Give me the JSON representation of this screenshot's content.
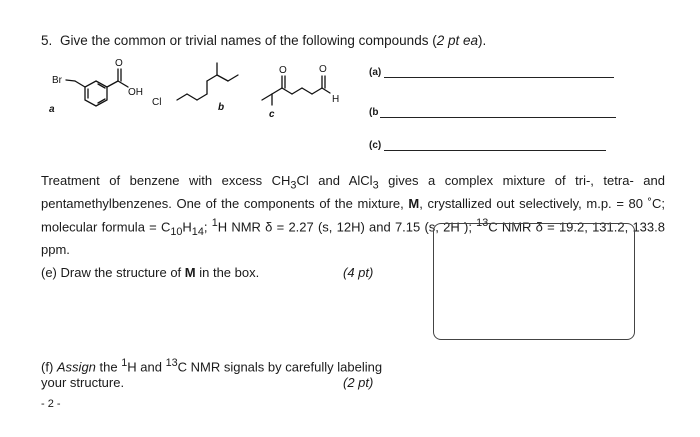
{
  "question": {
    "number": "5.",
    "text": "Give the common or trivial names of the following compounds (",
    "points": "2 pt ea",
    "close": ")."
  },
  "structures": {
    "label_a": "a",
    "label_b": "b",
    "label_c": "c",
    "atom_br": "Br",
    "atom_oh": "OH",
    "atom_o1": "O",
    "atom_o2": "O",
    "atom_o3": "O",
    "atom_cl": "Cl",
    "atom_h": "H"
  },
  "answers": {
    "a_label": "(a)",
    "b_label": "(b",
    "c_label": "(c)"
  },
  "paragraph": {
    "part1": "Treatment of benzene with excess CH",
    "part1_sub": "3",
    "part2": "Cl and AlCl",
    "part2_sub": "3",
    "part3": " gives a complex mixture of tri-, tetra- and pentamethylbenzenes. One of the components of the mixture, ",
    "bold_m": "M",
    "part4": ", crystallized out selectively, m.p. = 80 ˚C; molecular formula = C",
    "c_sub": "10",
    "h_letter": "H",
    "h_sub": "14",
    "part5": "; ",
    "sup1": "1",
    "part6": "H NMR δ = 2.27  (s, 12H) and 7.15 (s, 2H ); ",
    "sup13": "13",
    "part7": "C NMR δ = 19.2, 131.2, 133.8 ppm."
  },
  "part_e": {
    "text": "(e) Draw the structure of ",
    "bold": "M",
    "text2": " in the box.",
    "points": "(4 pt)"
  },
  "part_f": {
    "assign": "Assign",
    "text1": " the ",
    "sup1": "1",
    "text2": "H and ",
    "sup13": "13",
    "text3": "C NMR signals by carefully labeling",
    "line2": "your structure.",
    "points": "(2 pt)"
  },
  "page_number": "- 2 -"
}
